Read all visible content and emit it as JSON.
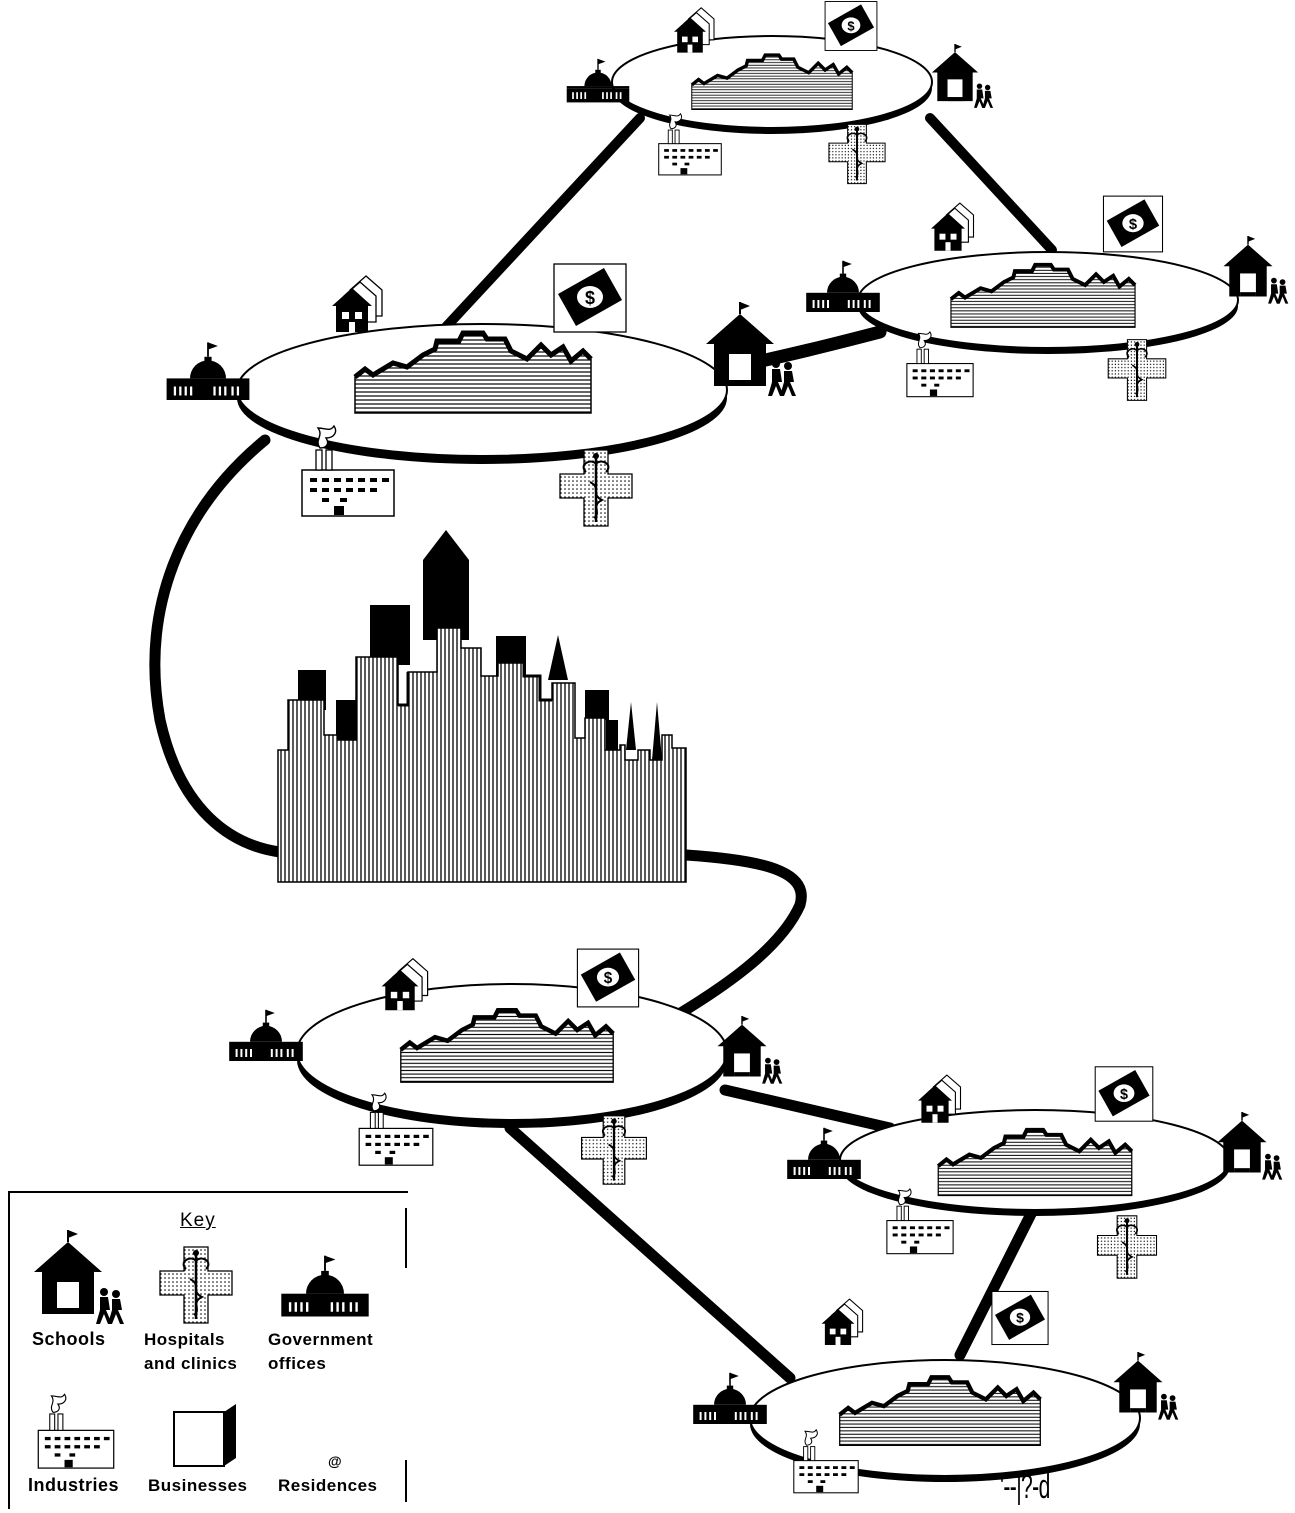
{
  "key": {
    "title": "Key",
    "schools": "Schools",
    "hospitals_line1": "Hospitals",
    "hospitals_line2": "and  clinics",
    "government_line1": "Government",
    "government_line2": "offices",
    "industries": "Industries",
    "businesses": "Businesses",
    "residences_symbol": "@",
    "residences": "Residences"
  },
  "stray_mark": "'--|?-d",
  "money_symbol": "$"
}
